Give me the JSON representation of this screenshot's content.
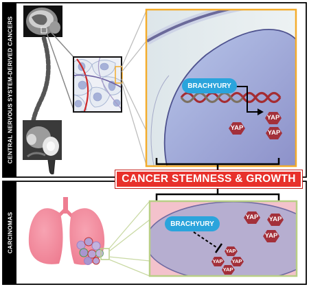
{
  "sections": {
    "cns": {
      "label": "CENTRAL NERVOUS SYSTEM-DERIVED CANCERS"
    },
    "carcinomas": {
      "label": "CARCINOMAS"
    }
  },
  "banner": {
    "text": "CANCER STEMNESS & GROWTH"
  },
  "top_panel": {
    "brachyury_label": "BRACHYURY",
    "yap_labels": [
      "YAP",
      "YAP",
      "YAP"
    ]
  },
  "bottom_panel": {
    "brachyury_label": "BRACHYURY",
    "yap_labels": [
      "YAP",
      "YAP",
      "YAP"
    ],
    "fragment_labels": [
      "YAP",
      "YAP",
      "YAP",
      "YAP"
    ]
  },
  "colors": {
    "cns_frame": "#f4ac2b",
    "carcinoma_frame": "#b9cf86",
    "banner": "#e8312b",
    "brachyury": "#2aa4dc",
    "yap": "#a3303a",
    "dna_gray": "#7c7161",
    "dna_red": "#a52c32",
    "lung": "#f28a9c"
  }
}
